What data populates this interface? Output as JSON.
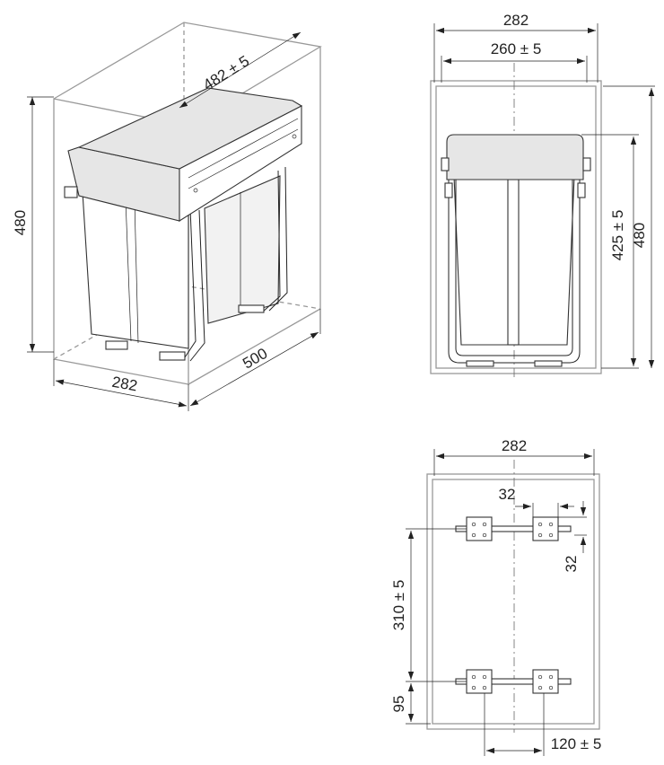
{
  "views": {
    "isometric": {
      "width_label": "282",
      "depth_label": "500",
      "height_label": "480",
      "inner_depth_label": "482 ± 5"
    },
    "front": {
      "outer_width_label": "282",
      "inner_width_label": "260 ± 5",
      "inner_height_label": "425 ± 5",
      "outer_height_label": "480"
    },
    "top": {
      "width_label": "282",
      "bracket_width_label": "32",
      "bracket_depth_label": "32",
      "rail_spacing_label": "310 ± 5",
      "front_offset_label": "95",
      "side_offset_label": "120 ± 5"
    }
  }
}
